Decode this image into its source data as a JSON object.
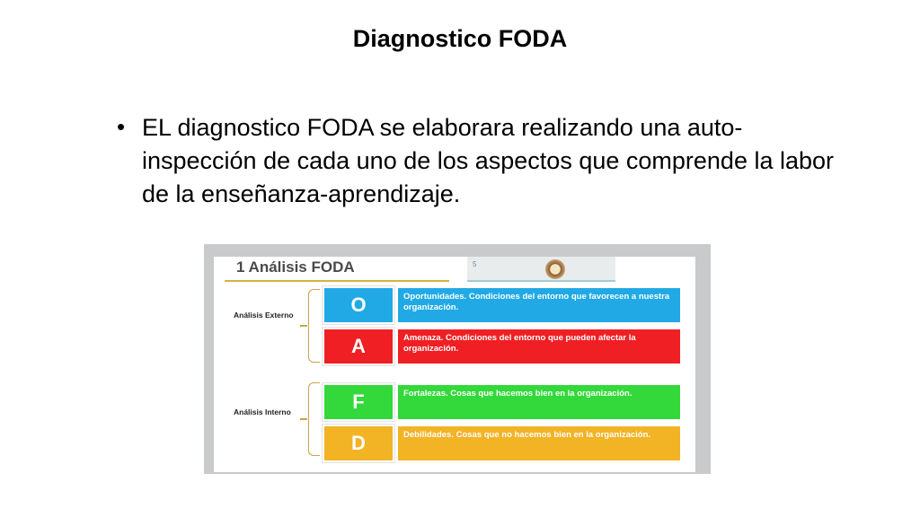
{
  "slide": {
    "title": "Diagnostico FODA",
    "bullet": "EL diagnostico FODA se elaborara realizando una auto-inspección de cada uno de los aspectos que comprende la labor de la enseñanza-aprendizaje."
  },
  "foda_image": {
    "title": "1 Análisis FODA",
    "page_number": "5",
    "groups": [
      {
        "label": "Análisis Externo"
      },
      {
        "label": "Análisis Interno"
      }
    ],
    "items": [
      {
        "letter": "O",
        "text": "Oportunidades. Condiciones del entorno que favorecen a nuestra organización.",
        "color": "#21a9e6"
      },
      {
        "letter": "A",
        "text": "Amenaza. Condiciones del entorno que pueden afectar la organización.",
        "color": "#ef1f24"
      },
      {
        "letter": "F",
        "text": "Fortalezas. Cosas que hacemos bien en la organización.",
        "color": "#33d93a"
      },
      {
        "letter": "D",
        "text": "Debilidades. Cosas que no hacemos bien en la organización.",
        "color": "#f2b325"
      }
    ]
  }
}
